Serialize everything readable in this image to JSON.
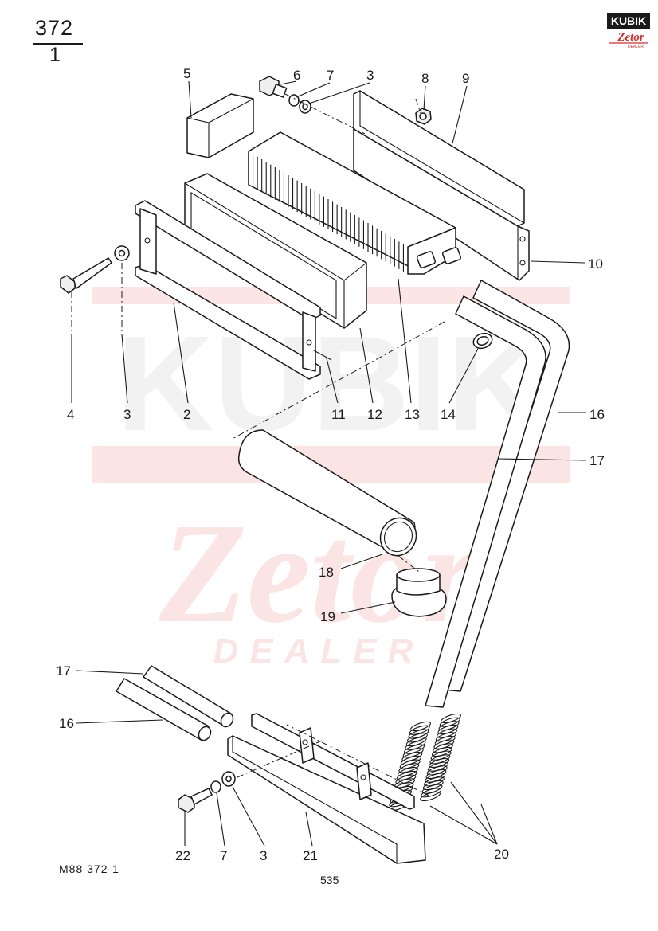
{
  "header": {
    "page_number": "372",
    "page_sub": "1",
    "logo_text_top": "KUBIK",
    "logo_text_bottom": "Zetor",
    "logo_text_small": "DEALER"
  },
  "watermark": {
    "line1": "KUBIK",
    "line2": "Zetor",
    "line3": "DEALER"
  },
  "footer": {
    "code": "M88  372-1",
    "page": "535"
  },
  "callouts": [
    {
      "id": "c5",
      "label": "5"
    },
    {
      "id": "c6",
      "label": "6"
    },
    {
      "id": "c7a",
      "label": "7"
    },
    {
      "id": "c3a",
      "label": "3"
    },
    {
      "id": "c8",
      "label": "8"
    },
    {
      "id": "c9",
      "label": "9"
    },
    {
      "id": "c10",
      "label": "10"
    },
    {
      "id": "c4",
      "label": "4"
    },
    {
      "id": "c3b",
      "label": "3"
    },
    {
      "id": "c2",
      "label": "2"
    },
    {
      "id": "c11",
      "label": "11"
    },
    {
      "id": "c12",
      "label": "12"
    },
    {
      "id": "c13",
      "label": "13"
    },
    {
      "id": "c14",
      "label": "14"
    },
    {
      "id": "c16a",
      "label": "16"
    },
    {
      "id": "c17a",
      "label": "17"
    },
    {
      "id": "c18",
      "label": "18"
    },
    {
      "id": "c19",
      "label": "19"
    },
    {
      "id": "c17b",
      "label": "17"
    },
    {
      "id": "c16b",
      "label": "16"
    },
    {
      "id": "c22",
      "label": "22"
    },
    {
      "id": "c7b",
      "label": "7"
    },
    {
      "id": "c3c",
      "label": "3"
    },
    {
      "id": "c21",
      "label": "21"
    },
    {
      "id": "c20",
      "label": "20"
    }
  ],
  "colors": {
    "ink": "#1a1a1a",
    "watermark_red": "#e53935",
    "watermark_grey": "#9e9e9e",
    "logo_red": "#d32f2f"
  }
}
